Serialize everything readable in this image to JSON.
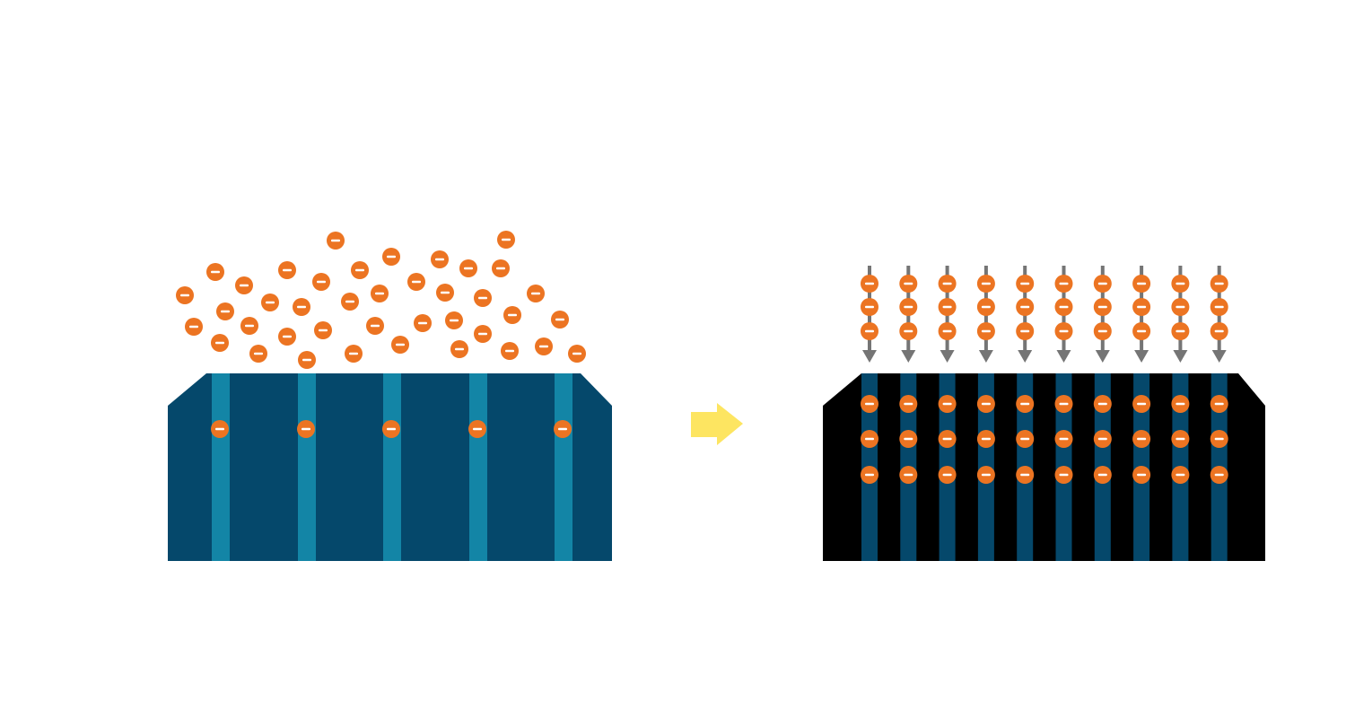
{
  "colors": {
    "background": "#ffffff",
    "left_block": "#05486b",
    "left_channel": "#1385a6",
    "right_block": "#000000",
    "right_channel": "#05486b",
    "ion": "#ec7422",
    "ion_sign": "#ffffff",
    "arrow_gray": "#757575",
    "transition_arrow": "#fde561"
  },
  "icons": {
    "ion": "negative-ion-icon",
    "flow": "down-arrow-icon",
    "transition": "right-arrow-icon"
  },
  "left_panel": {
    "channel_count": 5,
    "ions_per_channel": 1
  },
  "right_panel": {
    "channel_count": 10,
    "ions_per_channel_inside": 3,
    "ions_per_arrow_above": 3
  }
}
